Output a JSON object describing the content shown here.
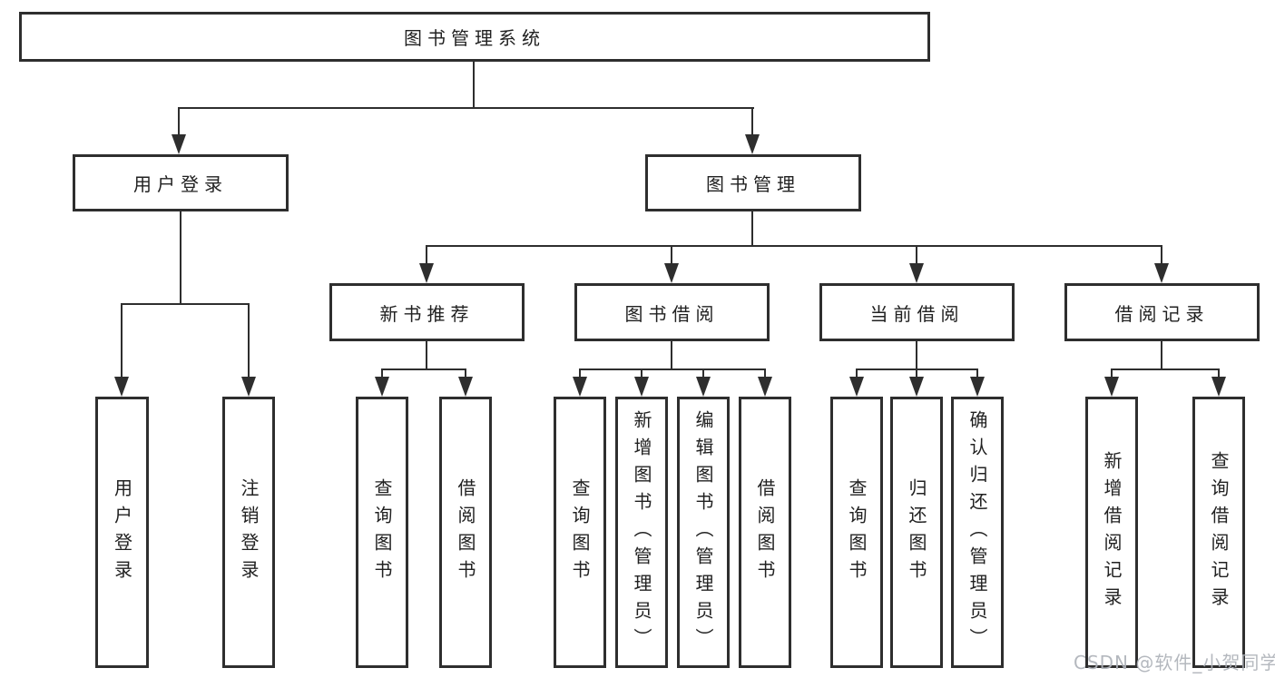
{
  "colors": {
    "line": "#2e2e2e",
    "text": "#212121",
    "wm": "#aeb2b9",
    "bg": "#ffffff"
  },
  "tree": {
    "root": "图书管理系统",
    "children": [
      {
        "label": "用户登录",
        "leaves": [
          "用户登录",
          "注销登录"
        ]
      },
      {
        "label": "图书管理",
        "children": [
          {
            "label": "新书推荐",
            "leaves": [
              "查询图书",
              "借阅图书"
            ]
          },
          {
            "label": "图书借阅",
            "leaves": [
              "查询图书",
              "新增图书（管理员）",
              "编辑图书（管理员）",
              "借阅图书"
            ]
          },
          {
            "label": "当前借阅",
            "leaves": [
              "查询图书",
              "归还图书",
              "确认归还（管理员）"
            ]
          },
          {
            "label": "借阅记录",
            "leaves": [
              "新增借阅记录",
              "查询借阅记录"
            ]
          }
        ]
      }
    ]
  },
  "watermark": {
    "text": "CSDN @软件_小贺同学"
  }
}
